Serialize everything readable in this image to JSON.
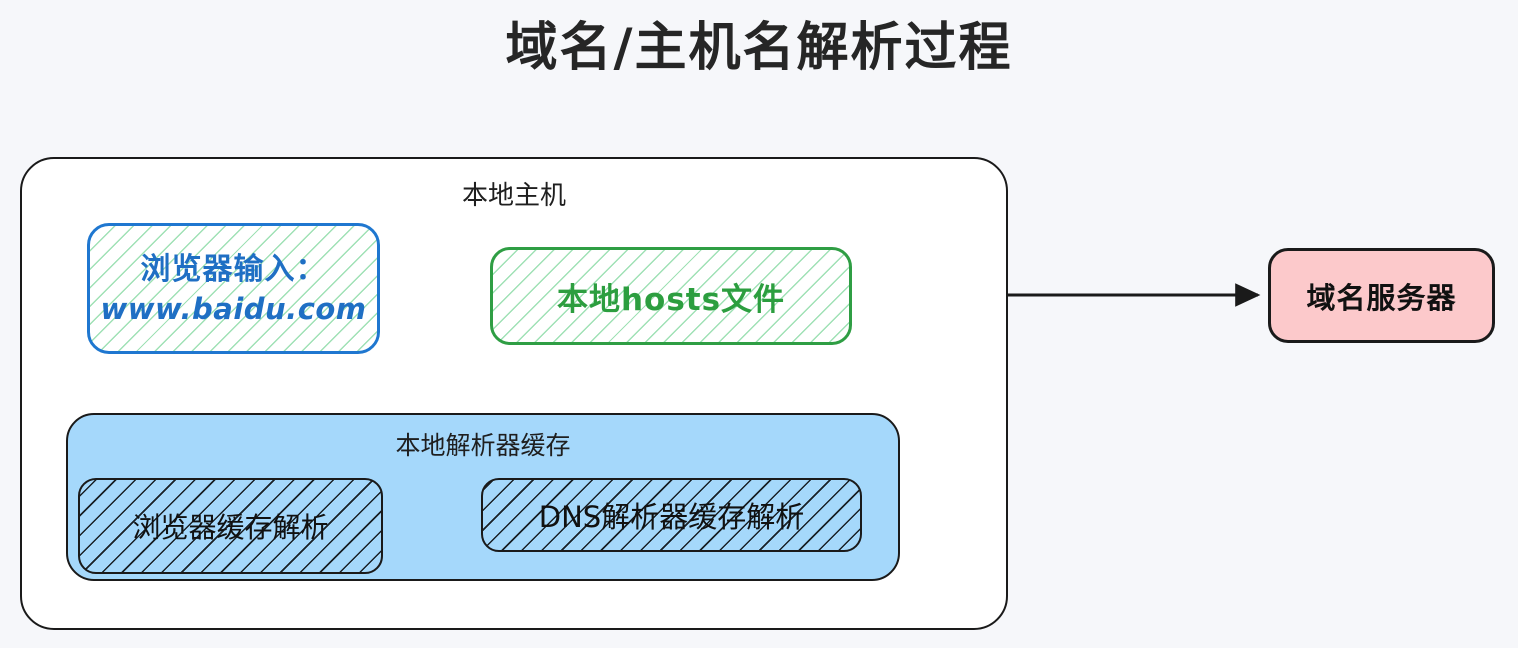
{
  "title": "域名/主机名解析过程",
  "colors": {
    "background": "#f6f7fa",
    "browser_box_border": "#1f77d0",
    "browser_box_text": "#1f6fc4",
    "hosts_box_border": "#2f9e44",
    "hosts_box_text": "#2c9e3f",
    "cache_container_fill": "#a5d8fb",
    "dns_server_fill": "#fcc9cb",
    "stroke": "#1a1a1a"
  },
  "diagram": {
    "local_host": {
      "label": "本地主机"
    },
    "browser_input": {
      "line1": "浏览器输入：",
      "line2": "www.baidu.com"
    },
    "hosts_file": {
      "label": "本地hosts文件"
    },
    "resolver_cache": {
      "label": "本地解析器缓存",
      "browser_cache": "浏览器缓存解析",
      "dns_cache": "DNS解析器缓存解析"
    },
    "dns_server": {
      "label": "域名服务器"
    }
  },
  "edges": [
    {
      "name": "browser-input-to-browser-cache",
      "from": "browser_input",
      "to": "browser_cache"
    },
    {
      "name": "browser-cache-to-dns-cache",
      "from": "browser_cache",
      "to": "dns_cache"
    },
    {
      "name": "dns-cache-to-hosts-file",
      "from": "dns_cache",
      "to": "hosts_file"
    },
    {
      "name": "hosts-file-to-dns-server",
      "from": "hosts_file",
      "to": "dns_server"
    }
  ]
}
